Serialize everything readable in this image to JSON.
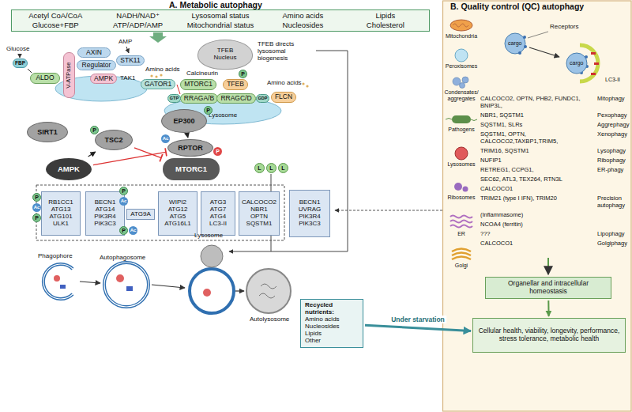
{
  "diagram": {
    "nodes": [
      {
        "text": [
          "Acetyl CoA/CoA",
          "NADH/NAD⁺",
          "Lysosomal status",
          "Amino acids",
          "Lipids",
          "Glucose+FBP",
          "ATP/ADP/AMP",
          "Mitochondrial status",
          "Nucleosides",
          "Cholesterol"
        ]
      },
      {
        "text": [
          "TFEB",
          "Nucleus"
        ]
      },
      {
        "text": [
          "ALDO"
        ]
      },
      {
        "text": [
          "V-ATPase"
        ]
      },
      {
        "text": [
          "AXIN"
        ]
      },
      {
        "text": [
          "Regulator"
        ]
      },
      {
        "text": [
          "STK11"
        ]
      },
      {
        "text": [
          "AMPK"
        ]
      },
      {
        "text": [
          "GATOR1"
        ]
      },
      {
        "text": [
          "MTORC1"
        ]
      },
      {
        "text": [
          "RRAGA/B"
        ]
      },
      {
        "text": [
          "RRAGC/D"
        ]
      },
      {
        "text": [
          "TFEB"
        ]
      },
      {
        "text": [
          "FLCN"
        ]
      },
      {
        "text": [
          "SIRT1"
        ]
      },
      {
        "text": [
          "EP300"
        ]
      },
      {
        "text": [
          "TSC2"
        ]
      },
      {
        "text": [
          "AMPK"
        ]
      },
      {
        "text": [
          "RPTOR"
        ]
      },
      {
        "text": [
          "MTORC1"
        ]
      },
      {
        "text": [
          "RB1CC1",
          "ATG13",
          "ATG101",
          "ULK1"
        ]
      },
      {
        "text": [
          "BECN1",
          "ATG14",
          "PIK3R4",
          "PIK3C3"
        ]
      },
      {
        "text": [
          "ATG9A"
        ]
      },
      {
        "text": [
          "WIPI2",
          "ATG12",
          "ATG5",
          "ATG16L1"
        ]
      },
      {
        "text": [
          "ATG3",
          "ATG7",
          "ATG4",
          "LC3-II"
        ]
      },
      {
        "text": [
          "CALCOCO2",
          "NBR1",
          "OPTN",
          "SQSTM1"
        ]
      },
      {
        "text": [
          "BECN1",
          "UVRAG",
          "PIK3R4",
          "PIK3C3"
        ]
      },
      {
        "text": [
          "Recycled nutrients:",
          "Amino acids",
          "Nucleosides",
          "Lipids",
          "Other"
        ]
      },
      {
        "text": [
          "Organellar and intracellular homeostasis"
        ]
      },
      {
        "text": [
          "Cellular health, viability, longevity, performance, stress tolerance, metabolic health"
        ]
      }
    ],
    "edges": [
      {
        "from": 17,
        "to": 16,
        "arrow": "to"
      },
      {
        "from": 17,
        "to": 18,
        "arrow": "to"
      },
      {
        "from": 16,
        "to": 19,
        "arrow": "to"
      },
      {
        "from": 15,
        "to": 18,
        "arrow": "to"
      },
      {
        "from": 28,
        "to": 29,
        "arrow": "to"
      },
      {
        "from": 27,
        "to": 29,
        "label": "Under starvation",
        "arrow": "to"
      }
    ],
    "labels": [
      "A. Metabolic autophagy",
      "Glucose",
      "FBP",
      "AMP",
      "Amino acids",
      "TAK1",
      "Calcineurin",
      "TFEB directs lysosomal biogenesis",
      "P",
      "GTP",
      "GDP",
      "Amino acids",
      "Lysosome",
      "P",
      "P",
      "Ac",
      "P",
      "L",
      "L",
      "L",
      "P",
      "Ac",
      "P",
      "P",
      "Ac",
      "P",
      "Ac",
      "Phagophore",
      "Autophagosome",
      "Lysosome",
      "Autolysosome",
      "B. Quality control (QC) autophagy",
      "Mitochondria",
      "Peroxisomes",
      "Condensates/ aggregates",
      "Pathogens",
      "Lysosomes",
      "Ribosomes",
      "ER",
      "Golgi",
      "cargo",
      "Receptors",
      "cargo",
      "LC3-II",
      "CALCOCO2, OPTN, PHB2, FUNDC1, BNIP3L,",
      "Mitophagy",
      "NBR1, SQSTM1",
      "Pexophagy",
      "SQSTM1, SLRs",
      "Aggrephagy",
      "SQSTM1, OPTN, CALCOCO2,TAXBP1,TRIM5,",
      "Xenophagy",
      "TRIM16, SQSTM1",
      "Lysophagy",
      "NUFIP1",
      "Ribophagy",
      "RETREG1, CCPG1,",
      "ER-phagy",
      "SEC62, ATL3, TEX264, RTN3L",
      "CALCOCO1",
      "TRIM21 (type I IFN), TRIM20",
      "Precision autophagy",
      "(Inflammasome)",
      "NCOA4 (ferritin)",
      "???",
      "Lipophagy",
      "CALCOCO1",
      "Golgiphagy"
    ]
  }
}
